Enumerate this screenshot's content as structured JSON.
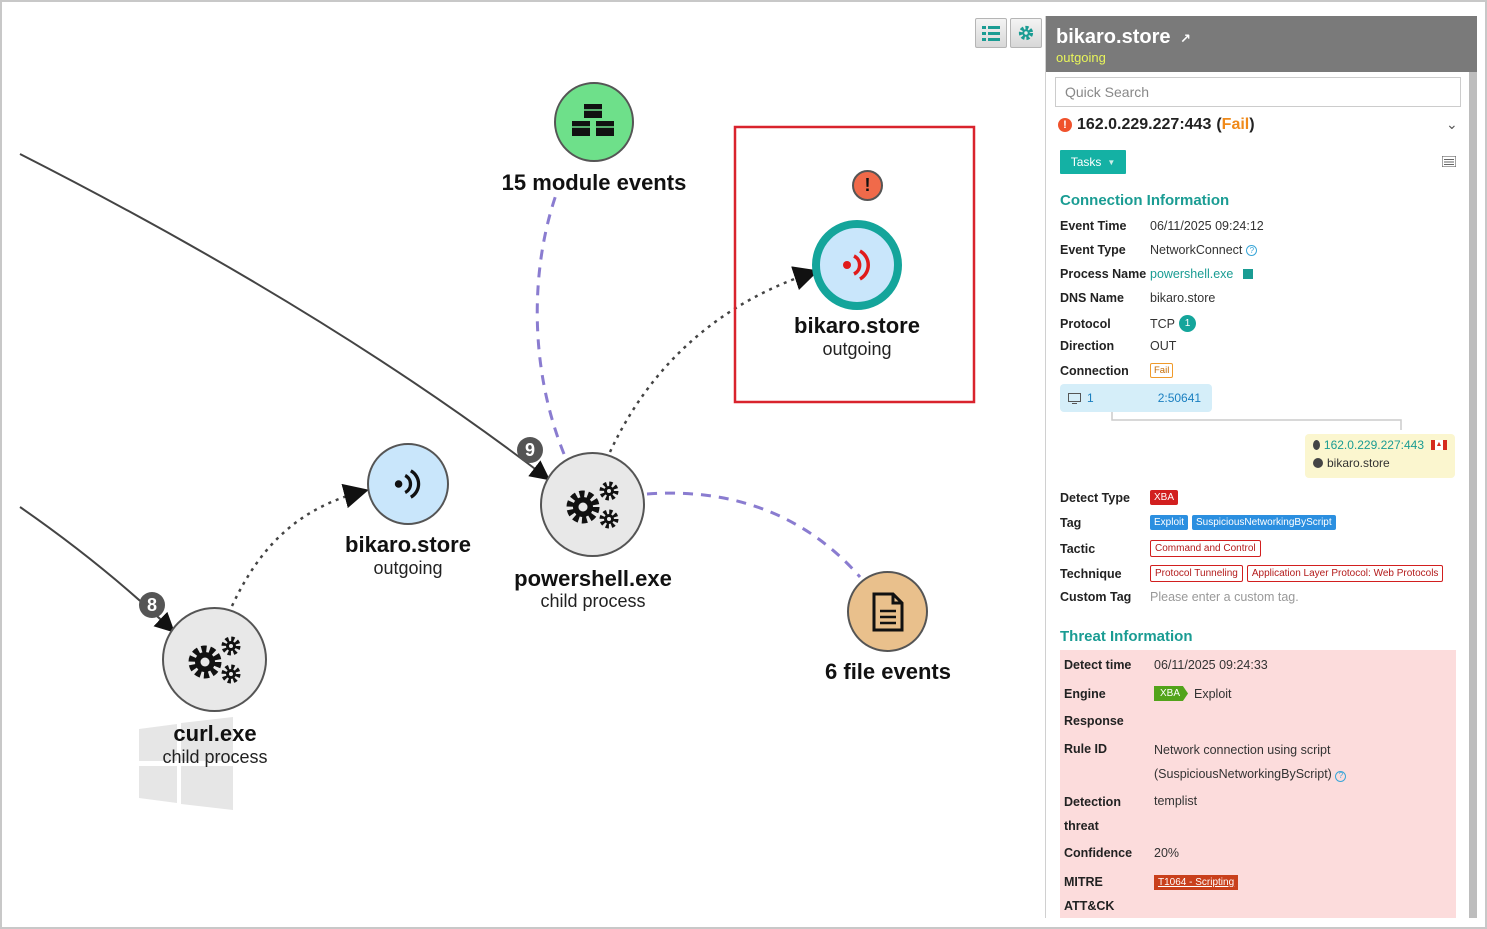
{
  "graph": {
    "nodes": {
      "module_events": {
        "label": "15 module events"
      },
      "bikaro_main": {
        "title": "bikaro.store",
        "sub": "outgoing"
      },
      "bikaro_small": {
        "title": "bikaro.store",
        "sub": "outgoing"
      },
      "powershell": {
        "title": "powershell.exe",
        "sub": "child process",
        "badge": "9"
      },
      "curl": {
        "title": "curl.exe",
        "sub": "child process",
        "badge": "8"
      },
      "file_events": {
        "label": "6 file events"
      }
    },
    "icons": {
      "toolbar_list": "list-icon",
      "toolbar_settings": "gear-icon",
      "module": "cubes-icon",
      "network": "signal-icon",
      "process": "gears-icon",
      "file": "file-icon",
      "alert": "exclamation-icon",
      "windows": "windows-logo-icon"
    },
    "colors": {
      "highlight": "#d9232d",
      "module_fill": "#6ee08a",
      "network_fill": "#c9e6fb",
      "process_fill": "#e8e8e8",
      "file_fill": "#e9c08c",
      "teal": "#14a59b",
      "dashed_edge": "#8a7cd0"
    }
  },
  "panel": {
    "title": "bikaro.store",
    "subtitle": "outgoing",
    "search_placeholder": "Quick Search",
    "connection_header": "162.0.229.227:443",
    "connection_status_open": "(",
    "connection_status": "Fail",
    "connection_status_close": ")",
    "tasks_label": "Tasks",
    "conn_info_title": "Connection Information",
    "conn_info": {
      "event_time_k": "Event Time",
      "event_time_v": "06/11/2025 09:24:12",
      "event_type_k": "Event Type",
      "event_type_v": "NetworkConnect",
      "process_name_k": "Process Name",
      "process_name_v": "powershell.exe",
      "dns_name_k": "DNS Name",
      "dns_name_v": "bikaro.store",
      "protocol_k": "Protocol",
      "protocol_v": "TCP",
      "protocol_badge": "1",
      "direction_k": "Direction",
      "direction_v": "OUT",
      "connection_k": "Connection",
      "connection_v": "Fail"
    },
    "src_ip_a": "1",
    "src_ip_b": "2:50641",
    "dst_ip": "162.0.229.227:443",
    "dst_host": "bikaro.store",
    "detect": {
      "detect_type_k": "Detect Type",
      "detect_type_v": "XBA",
      "tag_k": "Tag",
      "tag_1": "Exploit",
      "tag_2": "SuspiciousNetworkingByScript",
      "tactic_k": "Tactic",
      "tactic_v": "Command and Control",
      "technique_k": "Technique",
      "technique_1": "Protocol Tunneling",
      "technique_2": "Application Layer Protocol: Web Protocols",
      "custom_tag_k": "Custom Tag",
      "custom_tag_placeholder": "Please enter a custom tag."
    },
    "threat_title": "Threat Information",
    "threat": {
      "detect_time_k": "Detect time",
      "detect_time_v": "06/11/2025 09:24:33",
      "engine_k": "Engine",
      "engine_badge": "XBA",
      "engine_v": "Exploit",
      "response_k": "Response",
      "rule_id_k": "Rule ID",
      "rule_id_v1": "Network connection using script",
      "rule_id_v2": "(SuspiciousNetworkingByScript)",
      "detection_k1": "Detection",
      "detection_k2": "threat",
      "detection_v": "templist",
      "confidence_k": "Confidence",
      "confidence_v": "20%",
      "mitre_k1": "MITRE",
      "mitre_k2": "ATT&CK",
      "mitre_v": "T1064 - Scripting"
    }
  }
}
